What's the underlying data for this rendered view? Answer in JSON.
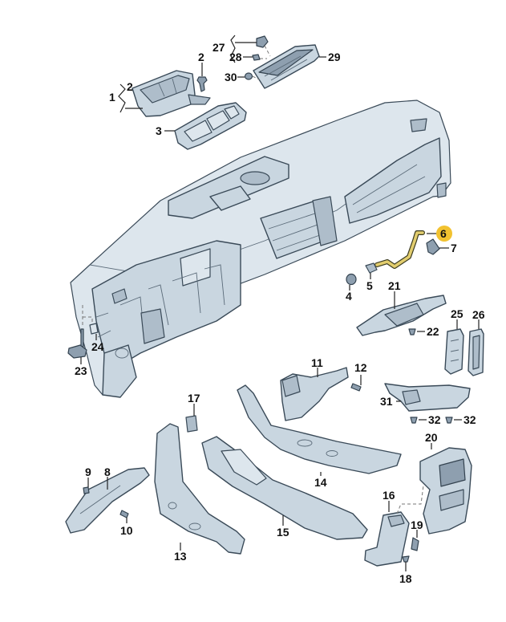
{
  "diagram": {
    "title": "Dashboard and air duct assembly — exploded parts view",
    "colors": {
      "part_fill": "#c9d6e0",
      "part_outline": "#3a4a58",
      "highlight": "#f2c230",
      "hose": "#e2cd6e"
    },
    "highlighted_part": "6",
    "callouts": [
      {
        "id": "1",
        "label": "1",
        "part": "center-vent-housing-assembly"
      },
      {
        "id": "1-sub-2",
        "label": "2",
        "part": "center-vent-housing-sub"
      },
      {
        "id": "2",
        "label": "2",
        "part": "expanding-rivet"
      },
      {
        "id": "3",
        "label": "3",
        "part": "center-vent-frame"
      },
      {
        "id": "4",
        "label": "4",
        "part": "grommet"
      },
      {
        "id": "5",
        "label": "5",
        "part": "hose-connector"
      },
      {
        "id": "6",
        "label": "6",
        "part": "hose",
        "highlighted": true
      },
      {
        "id": "7",
        "label": "7",
        "part": "hose-nozzle"
      },
      {
        "id": "8",
        "label": "8",
        "part": "footwell-duct-left"
      },
      {
        "id": "9",
        "label": "9",
        "part": "clip"
      },
      {
        "id": "10",
        "label": "10",
        "part": "screw"
      },
      {
        "id": "11",
        "label": "11",
        "part": "footwell-duct-right"
      },
      {
        "id": "12",
        "label": "12",
        "part": "screw"
      },
      {
        "id": "13",
        "label": "13",
        "part": "rear-duct-left"
      },
      {
        "id": "14",
        "label": "14",
        "part": "rear-duct-right"
      },
      {
        "id": "15",
        "label": "15",
        "part": "center-console-duct"
      },
      {
        "id": "16",
        "label": "16",
        "part": "rear-duct-adapter"
      },
      {
        "id": "17",
        "label": "17",
        "part": "seal-cap"
      },
      {
        "id": "18",
        "label": "18",
        "part": "expanding-rivet"
      },
      {
        "id": "19",
        "label": "19",
        "part": "screw-clip"
      },
      {
        "id": "20",
        "label": "20",
        "part": "rear-vent-panel"
      },
      {
        "id": "21",
        "label": "21",
        "part": "glovebox-duct"
      },
      {
        "id": "22",
        "label": "22",
        "part": "expanding-rivet"
      },
      {
        "id": "23",
        "label": "23",
        "part": "sensor-bracket"
      },
      {
        "id": "24",
        "label": "24",
        "part": "clip"
      },
      {
        "id": "25",
        "label": "25",
        "part": "side-vent-left"
      },
      {
        "id": "26",
        "label": "26",
        "part": "side-vent-right"
      },
      {
        "id": "27",
        "label": "27",
        "part": "sensor-assembly"
      },
      {
        "id": "28",
        "label": "28",
        "part": "sensor-clip"
      },
      {
        "id": "29",
        "label": "29",
        "part": "defrost-vent-grille"
      },
      {
        "id": "30",
        "label": "30",
        "part": "grommet"
      },
      {
        "id": "31",
        "label": "31",
        "part": "lower-duct-right"
      },
      {
        "id": "32a",
        "label": "32",
        "part": "expanding-rivet"
      },
      {
        "id": "32b",
        "label": "32",
        "part": "expanding-rivet"
      }
    ]
  }
}
